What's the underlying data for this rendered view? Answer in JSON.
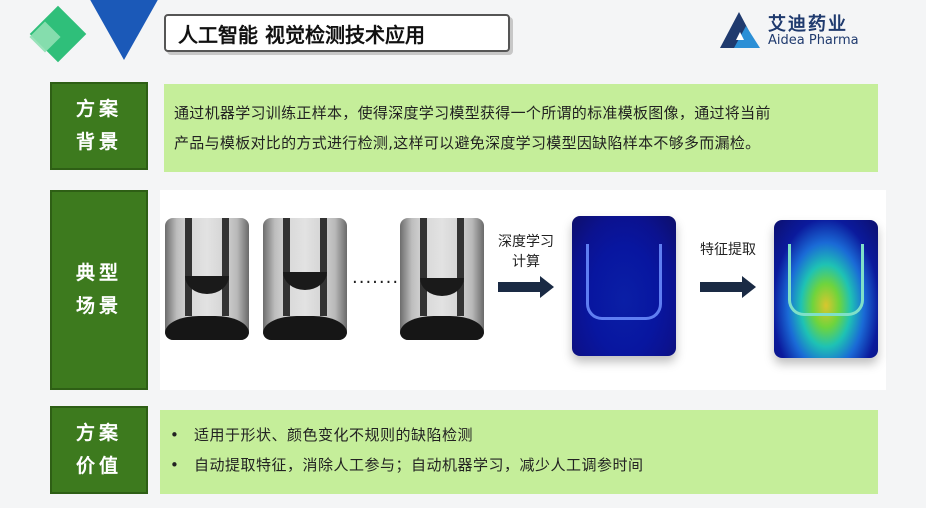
{
  "header": {
    "title": "人工智能 视觉检测技术应用",
    "logo": {
      "cn": "艾迪药业",
      "en": "Aidea Pharma",
      "brand_color": "#1f3a6e",
      "accent": "#2b8fd6"
    }
  },
  "sections": {
    "background": {
      "label_line1": "方案",
      "label_line2": "背景",
      "text_line1": "通过机器学习训练正样本，使得深度学习模型获得一个所谓的标准模板图像，通过将当前",
      "text_line2": "产品与模板对比的方式进行检测,这样可以避免深度学习模型因缺陷样本不够多而漏检。"
    },
    "scenario": {
      "label_line1": "典型",
      "label_line2": "场景",
      "ellipsis": "·······",
      "arrow1_label_line1": "深度学习",
      "arrow1_label_line2": "计算",
      "arrow2_label": "特征提取",
      "icons": [
        "vial-image",
        "arrow-right-icon",
        "heatmap-image"
      ]
    },
    "value": {
      "label_line1": "方案",
      "label_line2": "价值",
      "bullet": "•",
      "item1": "适用于形状、颜色变化不规则的缺陷检测",
      "item2": "自动提取特征，消除人工参与；自动机器学习，减少人工调参时间"
    }
  },
  "colors": {
    "label_green": "#3d7a1e",
    "panel_green": "#c5ee9a",
    "deco_blue": "#1b59b8",
    "deco_green": "#2fbf7a"
  }
}
